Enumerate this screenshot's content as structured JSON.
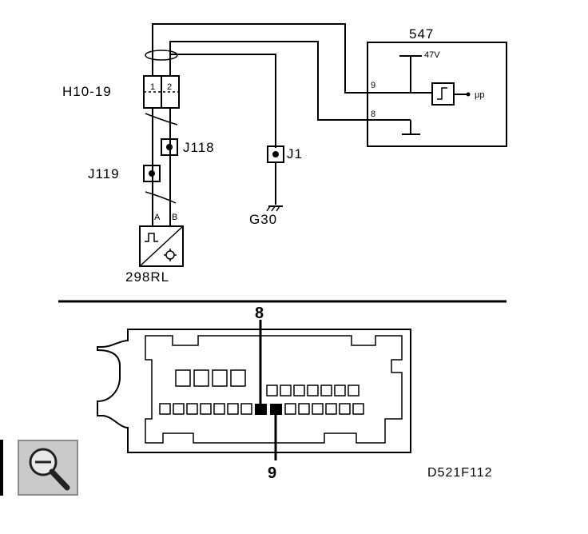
{
  "schematic": {
    "ecu_label": "547",
    "ecu_voltage": "47V",
    "ecu_pin_upper": "9",
    "ecu_pin_lower": "8",
    "ecu_output": "μp",
    "connector_label": "H10-19",
    "connector_pin_1": "1",
    "connector_pin_2": "2",
    "junction_j118": "J118",
    "junction_j119": "J119",
    "junction_j1": "J1",
    "ground_label": "G30",
    "sensor_label": "298RL",
    "sensor_pin_a": "A",
    "sensor_pin_b": "B"
  },
  "connector_view": {
    "pin_top_label": "8",
    "pin_bottom_label": "9"
  },
  "reference_code": "D521F112",
  "toolbar": {
    "zoom_icon": "zoom-out-magnifier-icon"
  }
}
